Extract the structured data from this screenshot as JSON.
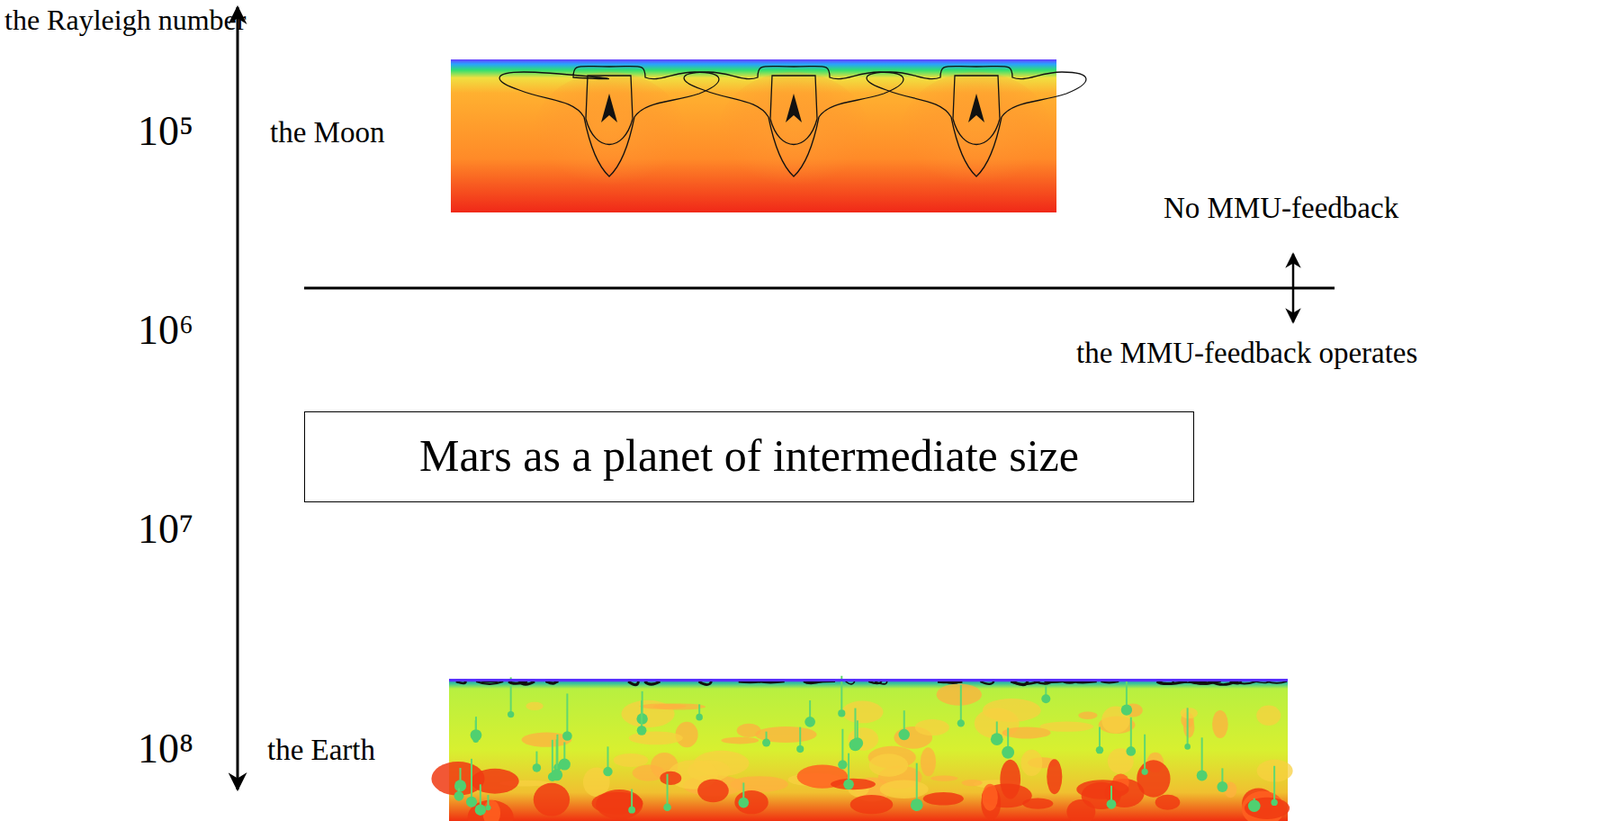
{
  "diagram": {
    "nodes": [
      {
        "text": [
          "Mars as a planet of intermediate size"
        ]
      }
    ],
    "labels": [
      "the Rayleigh number",
      "10⁵",
      "the Moon",
      "No MMU-feedback",
      "10⁶",
      "the MMU-feedback operates",
      "10⁷",
      "10⁸",
      "the Earth"
    ]
  }
}
